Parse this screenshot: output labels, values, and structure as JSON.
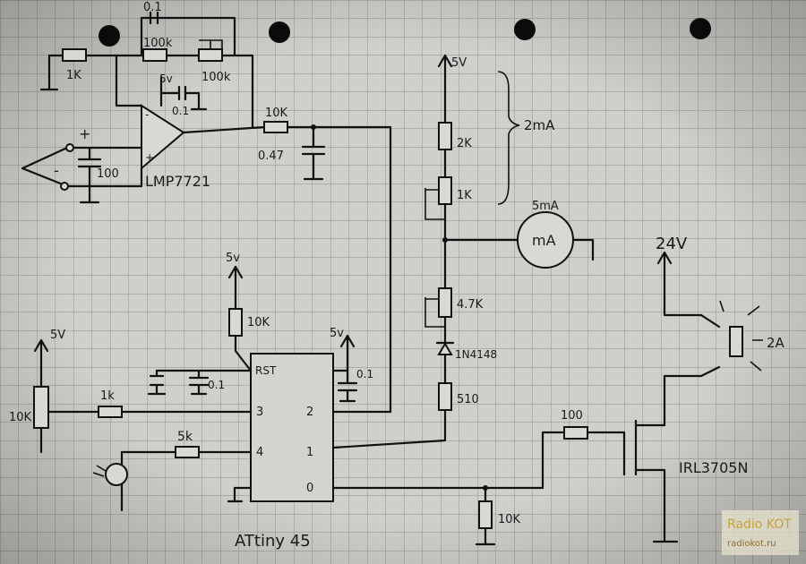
{
  "schematic": {
    "opamp": {
      "part": "LMP7721",
      "feedback_cap": "0.1",
      "feedback_res": "100k",
      "feedback_trim": "100k",
      "input_res": "1K",
      "supply": "5v",
      "decoupling": "0.1",
      "input_plus": "+",
      "input_minus": "-",
      "input_cap": "100"
    },
    "filter": {
      "res": "10K",
      "cap": "0.47"
    },
    "divider": {
      "supply": "5V",
      "r_top": "2K",
      "trim_top": "1K",
      "current_note": "2mA",
      "meter_label": "mA",
      "meter_range": "5mA",
      "trim_bottom": "4.7K",
      "diode": "1N4148",
      "r_bottom": "510"
    },
    "mcu": {
      "part": "ATtiny 45",
      "rst_pull_supply": "5v",
      "rst_pull": "10K",
      "rst_cap": "0.1",
      "rst_pin": "RST",
      "vcc_supply": "5v",
      "vcc_cap": "0.1",
      "pin3": "3",
      "pin2": "2",
      "pin4": "4",
      "pin1": "1",
      "pin0": "0"
    },
    "pot": {
      "supply": "5V",
      "value": "10K",
      "series_res": "1k"
    },
    "led": {
      "series_res": "5k"
    },
    "driver": {
      "gate_res": "100",
      "pulldown": "10K",
      "mosfet": "IRL3705N",
      "supply": "24V",
      "load": "2A"
    },
    "watermark": {
      "text": "Radio KOT",
      "url": "radiokot.ru"
    }
  }
}
